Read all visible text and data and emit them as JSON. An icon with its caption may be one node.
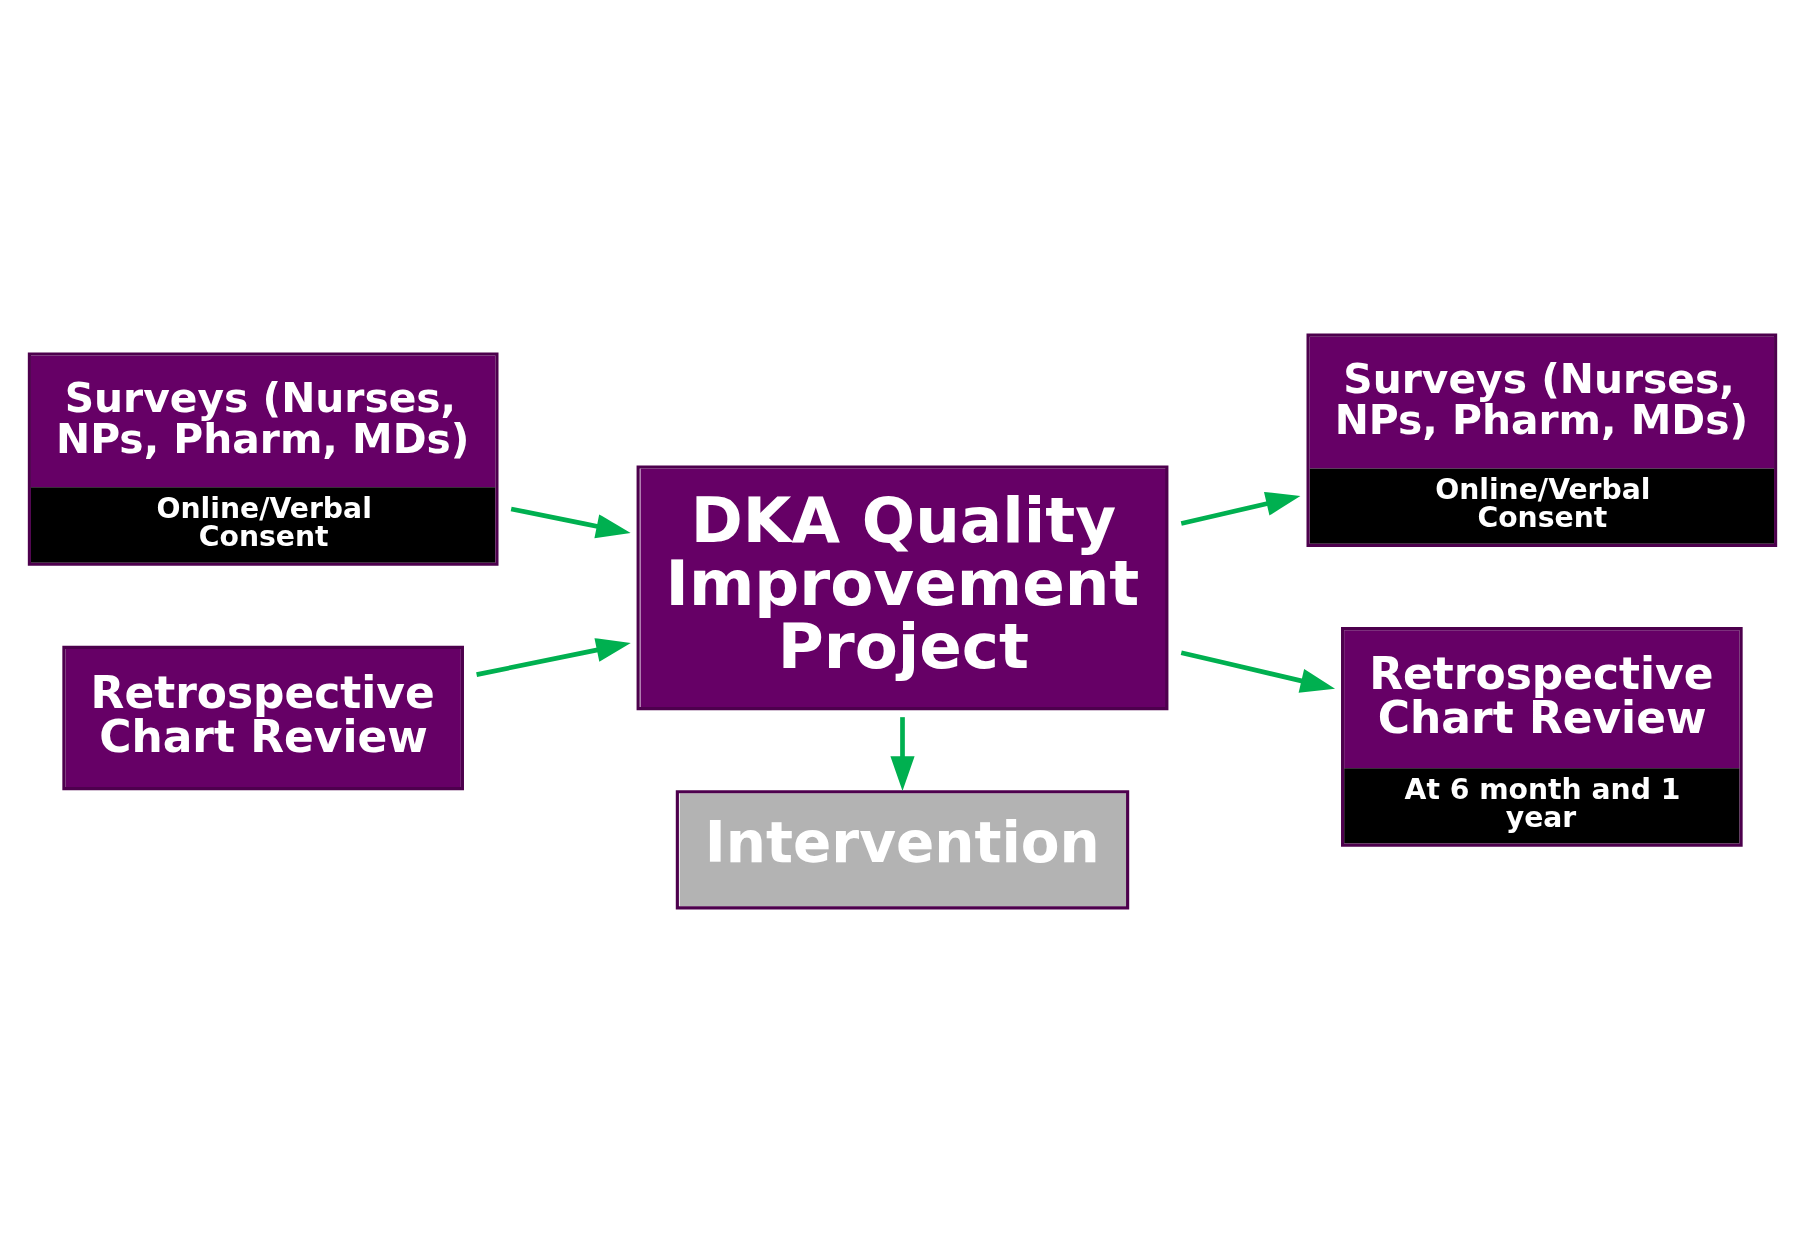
{
  "diagram": {
    "nodes": [
      {
        "text": [
          "Surveys (Nurses, NPs, Pharm, MDs)",
          "Online/Verbal Consent"
        ]
      },
      {
        "text": [
          "DKA Quality Improvement Project"
        ]
      },
      {
        "text": [
          "Surveys (Nurses, NPs, Pharm, MDs)",
          "Online/Verbal Consent"
        ]
      },
      {
        "text": [
          "Retrospective Chart Review"
        ]
      },
      {
        "text": [
          "Intervention"
        ]
      },
      {
        "text": [
          "Retrospective Chart Review",
          "At 6 month and 1 year"
        ]
      }
    ],
    "edges": [
      {
        "from": 0,
        "to": 1,
        "arrow": "to"
      },
      {
        "from": 3,
        "to": 1,
        "arrow": "to"
      },
      {
        "from": 1,
        "to": 2,
        "arrow": "to"
      },
      {
        "from": 1,
        "to": 5,
        "arrow": "to"
      },
      {
        "from": 1,
        "to": 4,
        "arrow": "to"
      }
    ]
  }
}
